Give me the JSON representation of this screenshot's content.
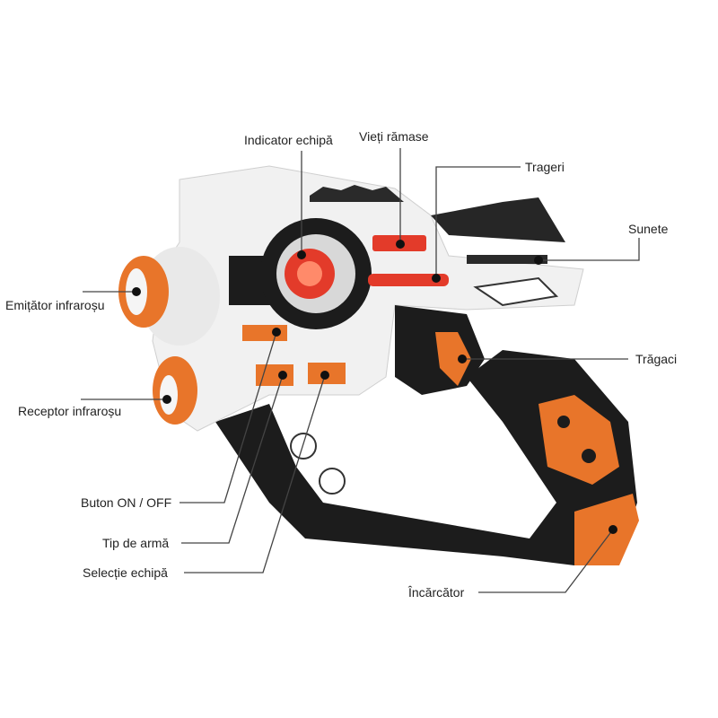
{
  "labels": {
    "team_indicator": "Indicator echipă",
    "lives_left": "Vieți rămase",
    "shots": "Trageri",
    "sounds": "Sunete",
    "ir_emitter": "Emițător infraroșu",
    "ir_receiver": "Receptor infraroșu",
    "trigger": "Trăgaci",
    "on_off_button": "Buton ON / OFF",
    "weapon_type": "Tip de armă",
    "team_select": "Selecție echipă",
    "charger": "Încărcător"
  },
  "colors": {
    "orange": "#e8752a",
    "black": "#1c1c1c",
    "white": "#f4f4f4",
    "red": "#e33b2a"
  }
}
